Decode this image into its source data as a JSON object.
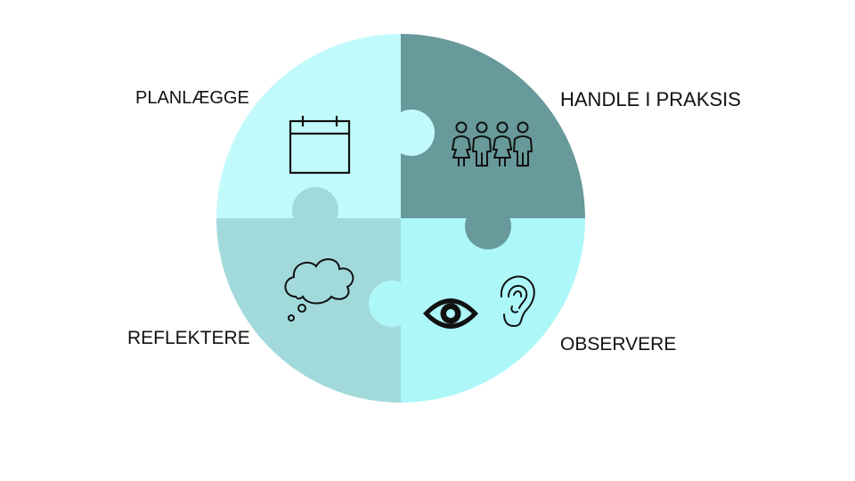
{
  "labels": {
    "plan": "PLANLÆGGE",
    "handle": "HANDLE I PRAKSIS",
    "reflect": "REFLEKTERE",
    "observe": "OBSERVERE"
  },
  "colors": {
    "plan_piece": "#c2fafc",
    "handle_piece": "#68999b",
    "reflect_piece": "#a2dadc",
    "observe_piece": "#adf7f9",
    "icon_stroke": "#111111"
  },
  "icons": {
    "plan": "calendar-icon",
    "handle": "group-of-people-icon",
    "reflect": "thought-cloud-icon",
    "observe_eye": "eye-icon",
    "observe_ear": "ear-icon"
  }
}
